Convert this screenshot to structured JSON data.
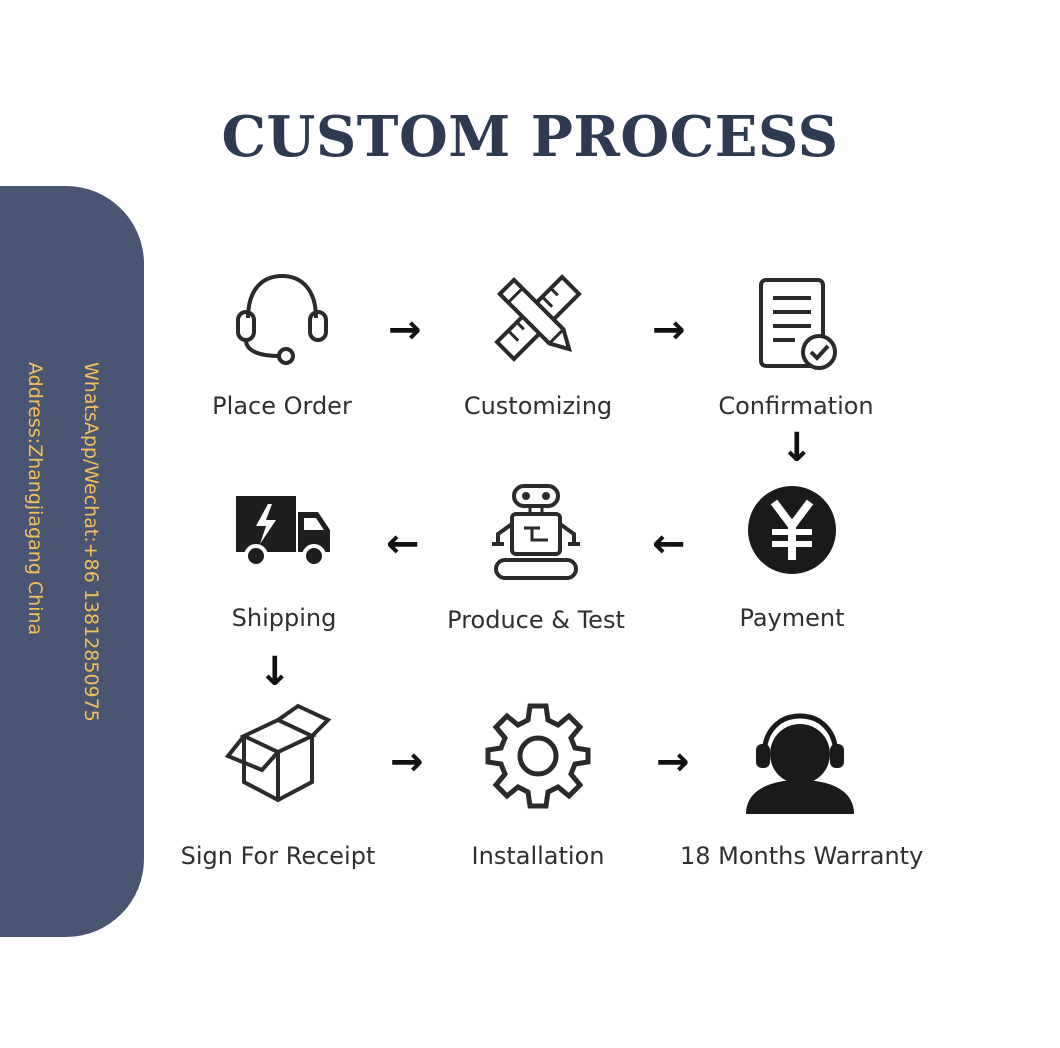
{
  "title": "CUSTOM PROCESS",
  "sidebar": {
    "phone_text": "WhatsApp/Wechat:+86 13812850975",
    "address_text": "Address:Zhangjiagang  China"
  },
  "colors": {
    "title": "#2e3a52",
    "sidebar": "#4a5571",
    "sidebar_text": "#f4c05a"
  },
  "steps": [
    {
      "label": "Place Order",
      "icon": "headset-icon"
    },
    {
      "label": "Customizing",
      "icon": "ruler-pencil-icon"
    },
    {
      "label": "Confirmation",
      "icon": "document-check-icon"
    },
    {
      "label": "Payment",
      "icon": "yen-coin-icon"
    },
    {
      "label": "Produce & Test",
      "icon": "robot-icon"
    },
    {
      "label": "Shipping",
      "icon": "delivery-truck-icon"
    },
    {
      "label": "Sign For Receipt",
      "icon": "open-box-icon"
    },
    {
      "label": "Installation",
      "icon": "gear-icon"
    },
    {
      "label": "18 Months Warranty",
      "icon": "support-agent-icon"
    }
  ],
  "arrows": {
    "right": "→",
    "left": "←",
    "down": "↓"
  }
}
